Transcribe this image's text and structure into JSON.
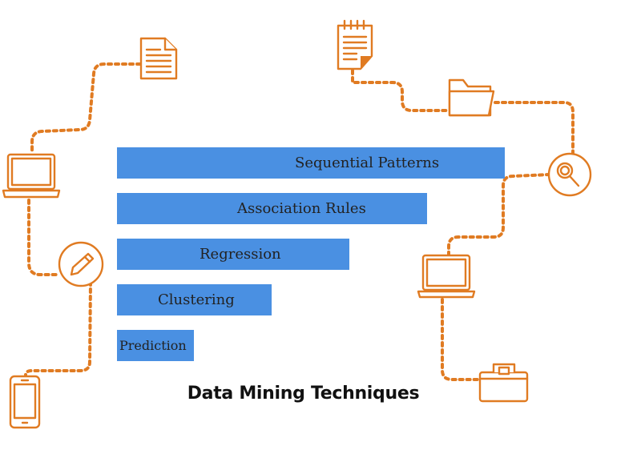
{
  "title": "Data Mining Techniques",
  "colors": {
    "accent": "#e07b22",
    "bar": "#4a90e2",
    "text": "#222222"
  },
  "techniques": [
    {
      "label": "Sequential Patterns",
      "rank": 5
    },
    {
      "label": "Association Rules",
      "rank": 4
    },
    {
      "label": "Regression",
      "rank": 3
    },
    {
      "label": "Clustering",
      "rank": 2
    },
    {
      "label": "Prediction",
      "rank": 1
    }
  ],
  "icons": [
    "document-icon",
    "laptop-icon",
    "pencil-icon",
    "phone-icon",
    "notepad-icon",
    "folder-icon",
    "magnifier-icon",
    "laptop-icon",
    "briefcase-icon"
  ]
}
